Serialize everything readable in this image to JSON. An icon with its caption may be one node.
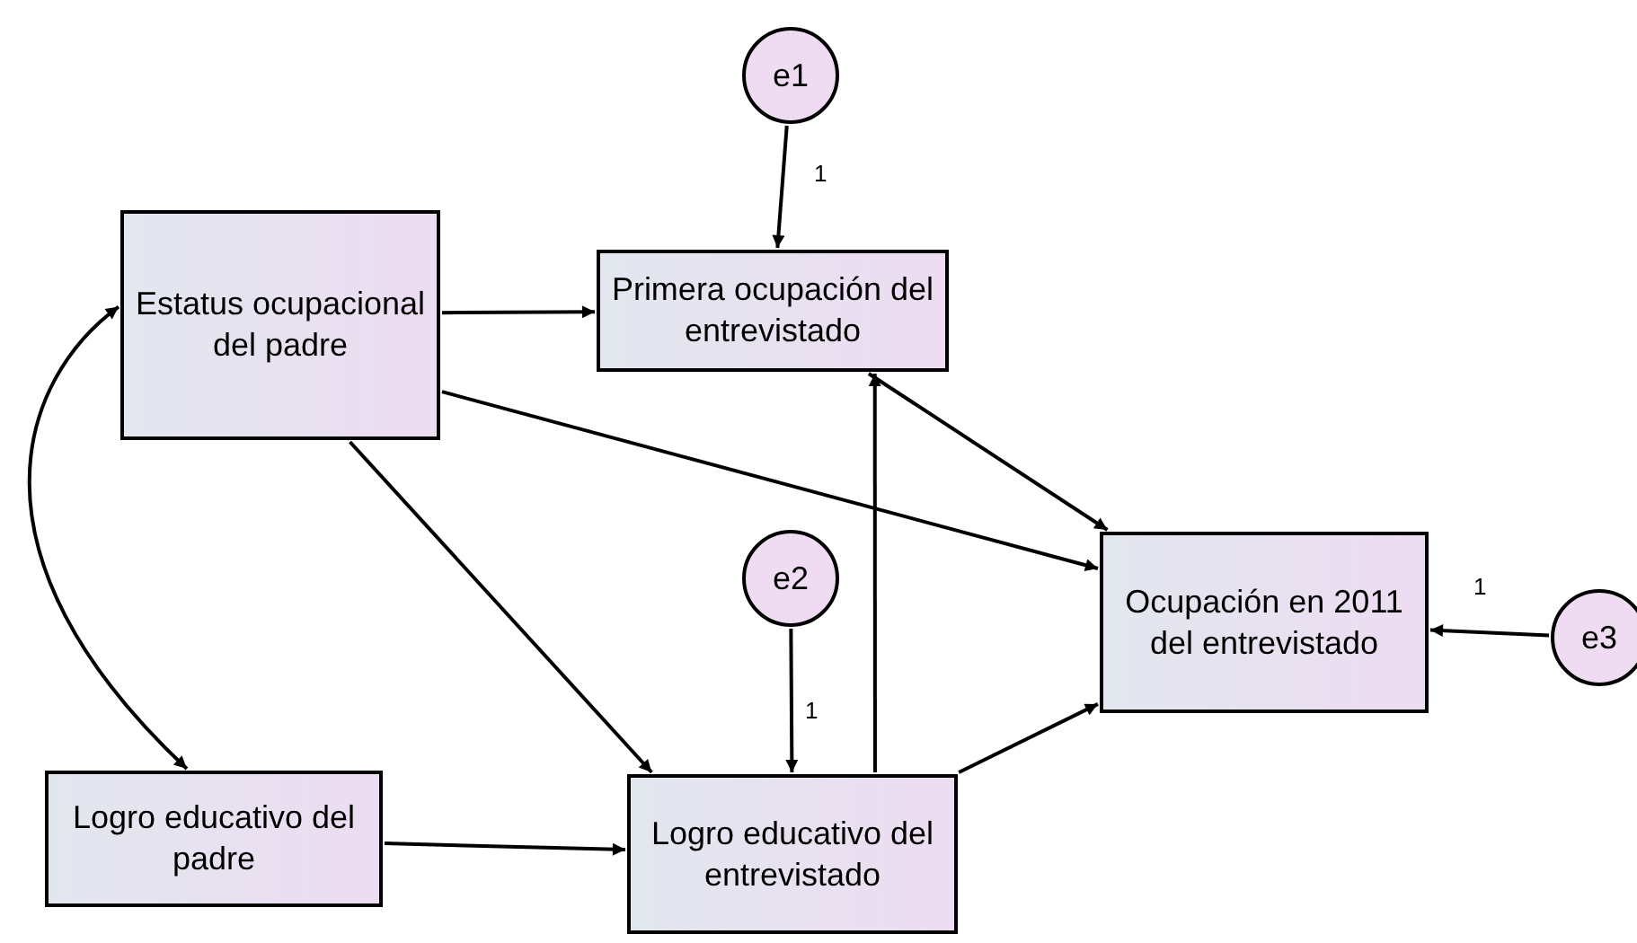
{
  "diagram": {
    "nodes": [
      {
        "text": [
          "Estatus ocupacional del padre"
        ]
      },
      {
        "text": [
          "Primera ocupación del entrevistado"
        ]
      },
      {
        "text": [
          "e1"
        ]
      },
      {
        "text": [
          "Ocupación en 2011 del entrevistado"
        ]
      },
      {
        "text": [
          "e3"
        ]
      },
      {
        "text": [
          "e2"
        ]
      },
      {
        "text": [
          "Logro educativo del padre"
        ]
      },
      {
        "text": [
          "Logro educativo del entrevistado"
        ]
      }
    ],
    "edges": [
      {
        "from": 2,
        "to": 1,
        "arrow": "to",
        "label": "1"
      },
      {
        "from": 0,
        "to": 1,
        "arrow": "to"
      },
      {
        "from": 0,
        "to": 3,
        "arrow": "to"
      },
      {
        "from": 0,
        "to": 7,
        "arrow": "to"
      },
      {
        "from": 0,
        "to": 6,
        "arrow": "both"
      },
      {
        "from": 1,
        "to": 3,
        "arrow": "to"
      },
      {
        "from": 7,
        "to": 1,
        "arrow": "to"
      },
      {
        "from": 7,
        "to": 3,
        "arrow": "to"
      },
      {
        "from": 4,
        "to": 3,
        "arrow": "to",
        "label": "1"
      },
      {
        "from": 5,
        "to": 7,
        "arrow": "to",
        "label": "1"
      },
      {
        "from": 6,
        "to": 7,
        "arrow": "to"
      }
    ]
  }
}
